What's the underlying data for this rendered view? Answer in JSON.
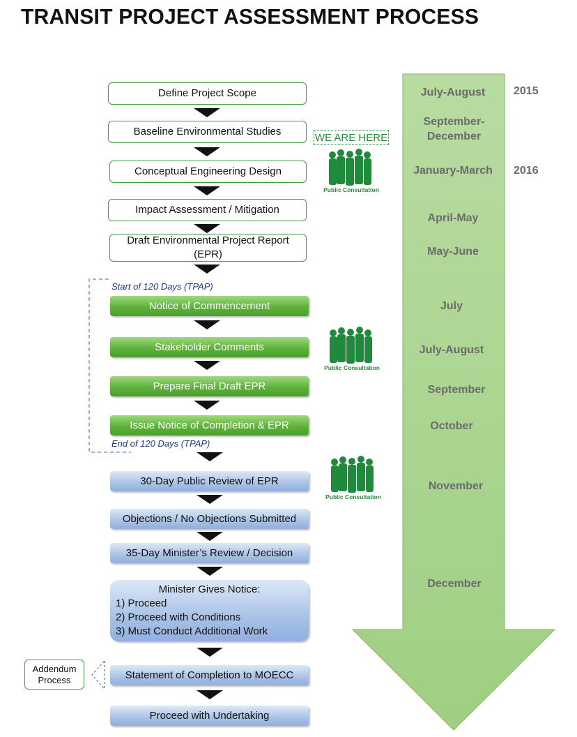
{
  "title": "TRANSIT PROJECT ASSESSMENT PROCESS",
  "steps": [
    "Define Project Scope",
    "Baseline Environmental Studies",
    "Conceptual Engineering Design",
    "Impact Assessment / Mitigation",
    "Draft Environmental Project Report (EPR)",
    "Notice of Commencement",
    "Stakeholder Comments",
    "Prepare Final Draft EPR",
    "Issue Notice of Completion & EPR",
    "30-Day Public Review of EPR",
    "Objections / No Objections Submitted",
    "35-Day Minister’s Review / Decision",
    "Minister Gives Notice:",
    "1) Proceed",
    "2) Proceed with Conditions",
    "3) Must Conduct Additional Work",
    "Statement of Completion to MOECC",
    "Proceed with Undertaking"
  ],
  "notes": {
    "start": "Start of  120 Days (TPAP)",
    "end": "End of 120 Days (TPAP)",
    "we_are_here": "WE ARE HERE",
    "addendum": "Addendum Process",
    "public_consultation": "Public Consultation"
  },
  "timeline": [
    "July-August",
    "September-December",
    "January-March",
    "April-May",
    "May-June",
    "July",
    "July-August",
    "September",
    "October",
    "November",
    "December"
  ],
  "years": [
    "2015",
    "2016"
  ],
  "colors": {
    "timeline_arrow": "#a9d38e",
    "green_box": "#5eb33b",
    "blue_box": "#a9c2e6",
    "box_border": "#3fa04c",
    "note_text": "#1f3a82",
    "consultation_people": "#1f8a3c"
  }
}
